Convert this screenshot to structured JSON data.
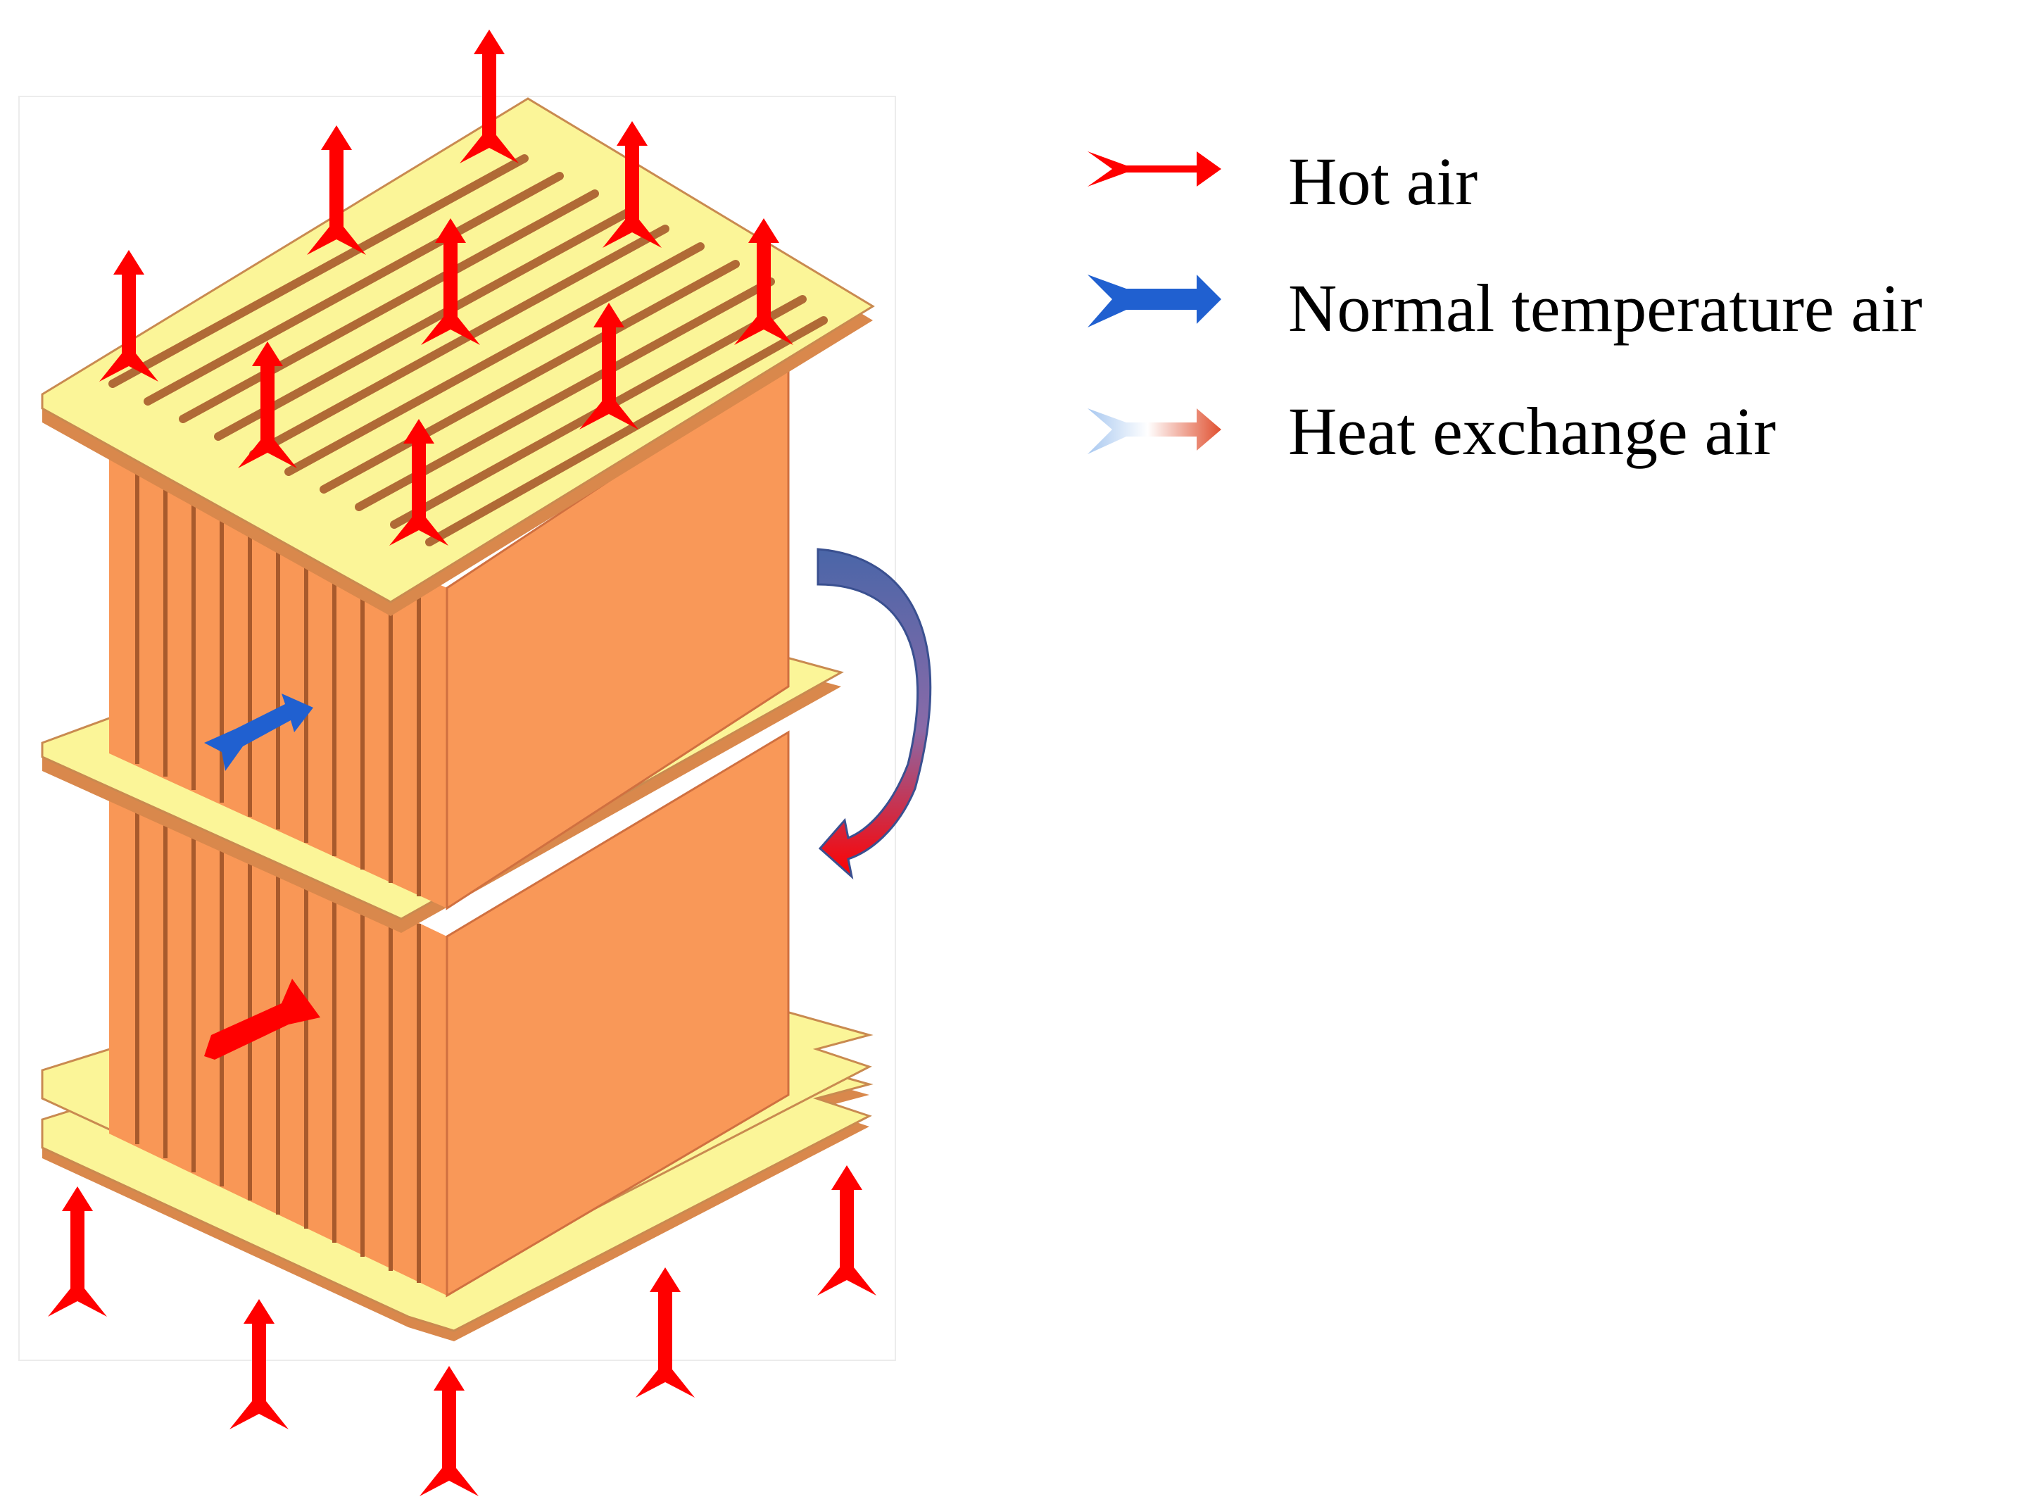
{
  "legend": {
    "items": [
      {
        "label": "Hot air",
        "icon": "red-arrow-icon",
        "color": "#ff0000"
      },
      {
        "label": "Normal temperature air",
        "icon": "blue-arrow-icon",
        "color": "#2060d0"
      },
      {
        "label": "Heat exchange air",
        "icon": "gradient-arrow-icon",
        "color_start": "#a8c8f0",
        "color_end": "#e05030"
      }
    ]
  },
  "colors": {
    "plate_top": "#fbf598",
    "plate_edge": "#d9884c",
    "fin_face": "#f99756",
    "fin_dark": "#c8703a",
    "side_panel": "#f99858",
    "hot_air": "#ff0000",
    "normal_air": "#2060d0",
    "bypass_arrow_start": "#4a66a8",
    "bypass_arrow_end": "#ff0000"
  }
}
